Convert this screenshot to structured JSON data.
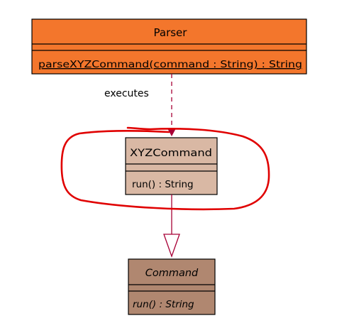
{
  "diagram": {
    "parser": {
      "name": "Parser",
      "method": "parseXYZCommand(command : String) : String",
      "fill": "#F3762C",
      "stroke": "#000000"
    },
    "association": {
      "label": "executes",
      "color": "#A80036"
    },
    "xyz_command": {
      "name": "XYZCommand",
      "method": "run() : String",
      "fill": "#D9B8A4",
      "stroke": "#000000"
    },
    "generalization": {
      "color": "#A80036"
    },
    "command": {
      "name": "Command",
      "method": "run() : String",
      "fill": "#B08770",
      "stroke": "#000000"
    },
    "highlight": {
      "color": "#E00000"
    }
  }
}
